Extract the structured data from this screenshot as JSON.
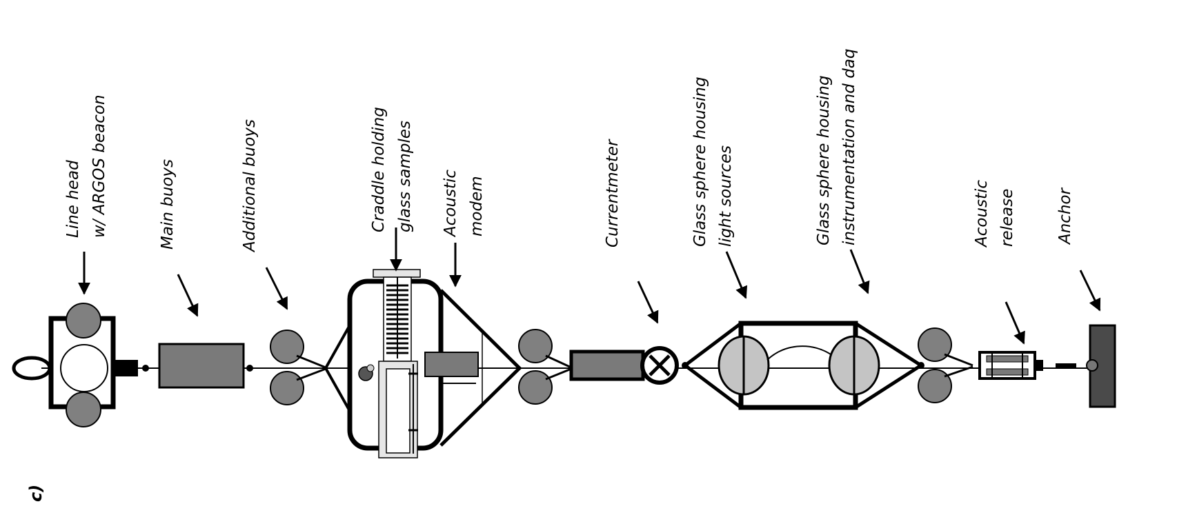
{
  "panel_tag": "c)",
  "labels": {
    "line_head": [
      "Line head",
      "w/ ARGOS beacon"
    ],
    "main_buoys": [
      "Main buoys"
    ],
    "additional_buoys": [
      "Additional buoys"
    ],
    "craddle": [
      "Craddle holding",
      "glass samples"
    ],
    "acoustic_modem": [
      "Acoustic",
      "modem"
    ],
    "currentmeter": [
      "Currentmeter"
    ],
    "sphere_light": [
      "Glass sphere housing",
      "light sources"
    ],
    "sphere_instr": [
      "Glass sphere housing",
      "instrumentation and daq"
    ],
    "acoustic_release": [
      "Acoustic",
      "release"
    ],
    "anchor": [
      "Anchor"
    ]
  },
  "colors": {
    "stroke": "#000000",
    "component_gray": "#7a7a7a",
    "buoy_gray": "#808080",
    "sphere_gray": "#c4c4c4",
    "anchor_gray": "#4a4a4a",
    "light_panel": "#e6e6e6"
  }
}
